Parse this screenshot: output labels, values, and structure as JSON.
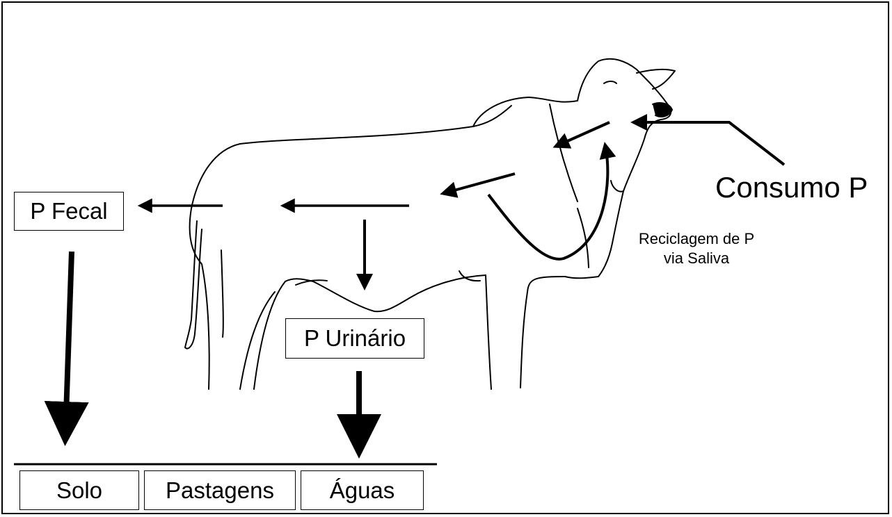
{
  "labels": {
    "consumo": "Consumo P",
    "reciclagem_line1": "Reciclagem de P",
    "reciclagem_line2": "via Saliva"
  },
  "boxes": {
    "p_fecal": "P Fecal",
    "p_urinario": "P Urinário"
  },
  "destinations": {
    "solo": "Solo",
    "pastagens": "Pastagens",
    "aguas": "Águas"
  },
  "colors": {
    "ink": "#000000",
    "background": "#ffffff"
  }
}
